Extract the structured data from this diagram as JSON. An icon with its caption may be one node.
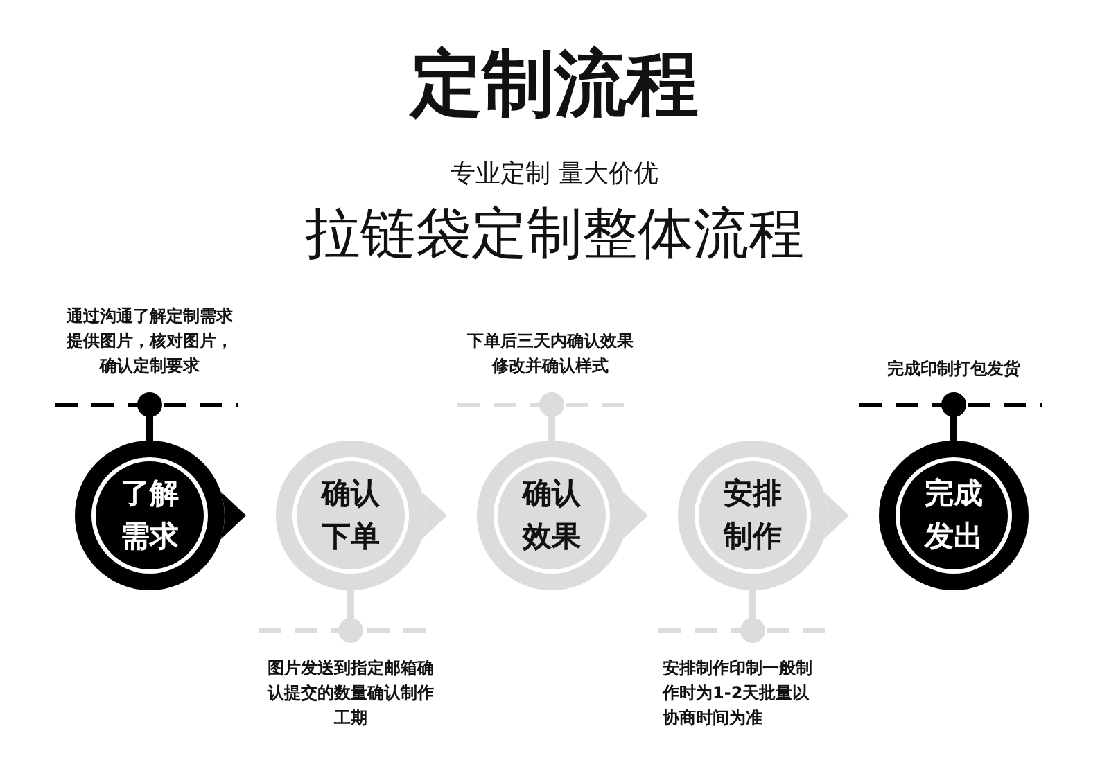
{
  "diagram": {
    "title": "定制流程",
    "nodes": [
      {
        "text": [
          "了解需求"
        ],
        "beside": [
          "通过沟通了解定制需求提供图片，核对图片，确认定制要求"
        ]
      },
      {
        "text": [
          "确认下单"
        ]
      },
      {
        "text": [
          "确认效果"
        ],
        "beside": [
          "下单后三天内确认效果修改并确认样式"
        ]
      },
      {
        "text": [
          "安排制作"
        ]
      },
      {
        "text": [
          "完成发出"
        ],
        "beside": [
          "完成印制打包发货"
        ]
      }
    ],
    "edges": [
      {
        "from": 0,
        "to": 1,
        "arrow": "to"
      },
      {
        "from": 1,
        "to": 2,
        "arrow": "to"
      },
      {
        "from": 2,
        "to": 3,
        "arrow": "to"
      },
      {
        "from": 3,
        "to": 4,
        "arrow": "to"
      }
    ],
    "labels": [
      "专业定制 量大价优",
      "拉链袋定制整体流程",
      "图片发送到指定邮箱确认提交的数量确认制作工期",
      "安排制作印制一般制作时为1-2天批量以协商时间为准"
    ]
  }
}
